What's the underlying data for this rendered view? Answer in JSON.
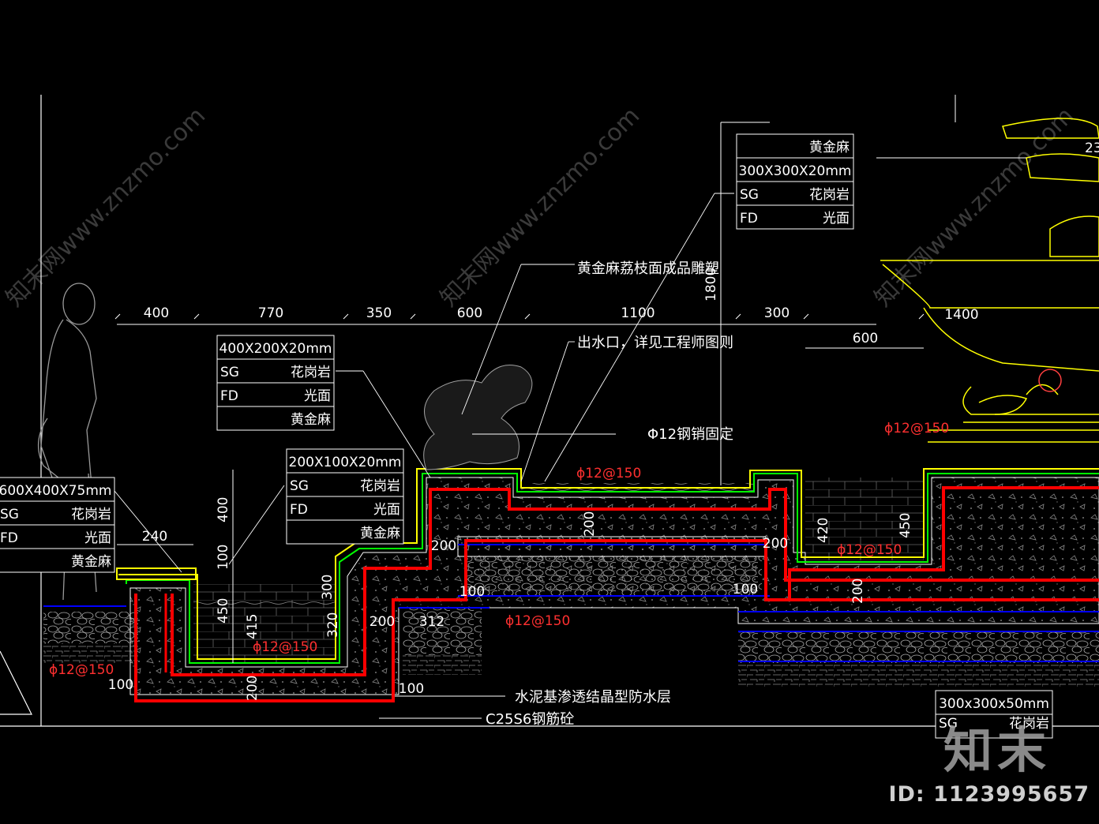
{
  "colors": {
    "background": "#000000",
    "line": "#ffffff",
    "rebar": "#ff0000",
    "paving": "#ffff00",
    "waterproof": "#00ff00",
    "ground": "#0000ff",
    "sculpture": "#ffff00"
  },
  "dimensions_top": [
    "400",
    "770",
    "350",
    "600",
    "1100",
    "300",
    "1400",
    "600"
  ],
  "vertical_dims": {
    "d1800": "1800",
    "d400": "400",
    "d100": "100",
    "d450": "450",
    "d415": "415",
    "d320": "320",
    "d200_left": "200",
    "d200_mid": "200",
    "d420": "420",
    "d450_right": "450",
    "d200_right": "200",
    "d300": "300"
  },
  "horizontal_dims": {
    "d240": "240",
    "d200_a": "200",
    "d200_b": "200",
    "d100_a": "100",
    "d100_b": "100",
    "d100_c": "100",
    "d100_d": "100",
    "d312": "312",
    "d200_c": "200"
  },
  "rebar_labels": {
    "r1": "ϕ12@150",
    "r2": "ϕ12@150",
    "r3": "ϕ12@150",
    "r4": "ϕ12@150",
    "r5": "ϕ12@150",
    "r6": "ϕ12@150"
  },
  "annotations": {
    "sculpture": "黄金麻荔枝面成品雕塑",
    "outlet": "出水口，详见工程师图则",
    "pin": "Φ12钢销固定",
    "waterproof": "水泥基渗透结晶型防水层",
    "concrete": "C25S6钢筋砼"
  },
  "material_tables": {
    "t1": {
      "size": "",
      "rows": [
        [
          "",
          "黄金麻"
        ],
        [
          "300X300X20mm",
          ""
        ],
        [
          "SG",
          "花岗岩"
        ],
        [
          "FD",
          "光面"
        ]
      ]
    },
    "t2": {
      "size": "400X200X20mm",
      "rows": [
        [
          "SG",
          "花岗岩"
        ],
        [
          "FD",
          "光面"
        ],
        [
          "",
          "黄金麻"
        ]
      ]
    },
    "t3": {
      "size": "200X100X20mm",
      "rows": [
        [
          "SG",
          "花岗岩"
        ],
        [
          "FD",
          "光面"
        ],
        [
          "",
          "黄金麻"
        ]
      ]
    },
    "t4": {
      "size": "600X400X75mm",
      "rows": [
        [
          "SG",
          "花岗岩"
        ],
        [
          "FD",
          "光面"
        ],
        [
          "",
          "黄金麻"
        ]
      ]
    },
    "t5": {
      "size": "300x300x50mm",
      "rows": [
        [
          "SG",
          "花岗岩"
        ]
      ]
    }
  },
  "fountain": {
    "partial_dim": "23"
  },
  "watermark": {
    "logo": "知末",
    "id": "ID: 1123995657",
    "diagonal": "知末网www.znzmo.com"
  }
}
